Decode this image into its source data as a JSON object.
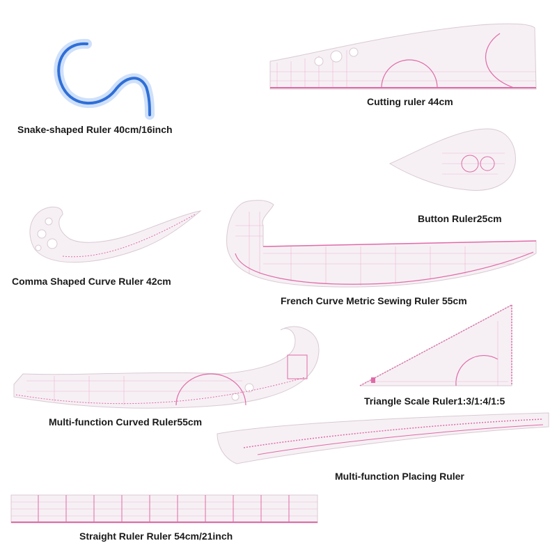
{
  "items": {
    "snake": {
      "label": "Snake-shaped Ruler 40cm/16inch"
    },
    "cutting": {
      "label": "Cutting ruler 44cm"
    },
    "button": {
      "label": "Button Ruler25cm"
    },
    "comma": {
      "label": "Comma Shaped Curve Ruler 42cm"
    },
    "french": {
      "label": "French Curve Metric Sewing Ruler 55cm"
    },
    "multicurve": {
      "label": "Multi-function Curved Ruler55cm"
    },
    "triangle": {
      "label": "Triangle Scale Ruler1:3/1:4/1:5"
    },
    "placing": {
      "label": "Multi-function Placing Ruler"
    },
    "straight": {
      "label": "Straight Ruler Ruler 54cm/21inch"
    }
  },
  "colors": {
    "marking": "#e06aa8",
    "snake_blue": "#2f6fd6",
    "ruler_body": "#f6f0f4"
  }
}
